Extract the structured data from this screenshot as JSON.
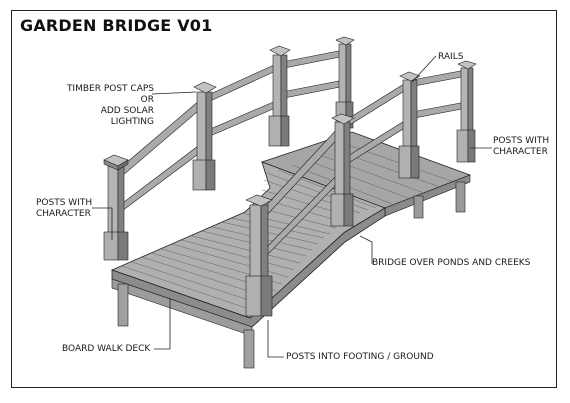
{
  "title": "GARDEN BRIDGE V01",
  "labels": {
    "post_caps_line1": "TIMBER POST CAPS OR",
    "post_caps_line2": "ADD SOLAR LIGHTING",
    "rails": "RAILS",
    "posts_right_line1": "POSTS WITH",
    "posts_right_line2": "CHARACTER",
    "posts_left_line1": "POSTS WITH",
    "posts_left_line2": "CHARACTER",
    "bridge": "BRIDGE OVER PONDS AND CREEKS",
    "deck": "BOARD WALK DECK",
    "footing": "POSTS INTO FOOTING / GROUND"
  },
  "colors": {
    "deck_top": "#a8a8a8",
    "deck_side": "#8c8c8c",
    "post_light": "#b6b6b6",
    "post_dark": "#7e7e7e",
    "rail": "#aaaaaa",
    "outline": "#222222"
  }
}
